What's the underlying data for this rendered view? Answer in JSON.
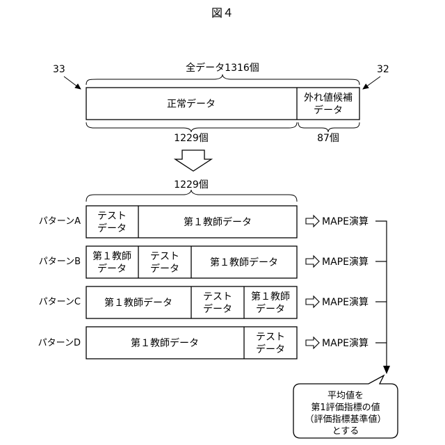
{
  "figure_title": "図４",
  "refs": {
    "left": "33",
    "right": "32"
  },
  "top": {
    "total_label": "全データ1316個",
    "normal_label": "正常データ",
    "outlier_line1": "外れ値候補",
    "outlier_line2": "データ",
    "normal_count": "1229個",
    "outlier_count": "87個"
  },
  "lower_count": "1229個",
  "cells": {
    "test_line1": "テスト",
    "test_line2": "データ",
    "teacher_full": "第１教師データ",
    "teacher_line1": "第１教師",
    "teacher_line2": "データ"
  },
  "patterns": [
    {
      "label": "パターンA",
      "action": "MAPE演算"
    },
    {
      "label": "パターンB",
      "action": "MAPE演算"
    },
    {
      "label": "パターンC",
      "action": "MAPE演算"
    },
    {
      "label": "パターンD",
      "action": "MAPE演算"
    }
  ],
  "callout": {
    "line1": "平均値を",
    "line2": "第1評価指標の値",
    "line3": "（評価指標基準値）",
    "line4": "とする"
  }
}
